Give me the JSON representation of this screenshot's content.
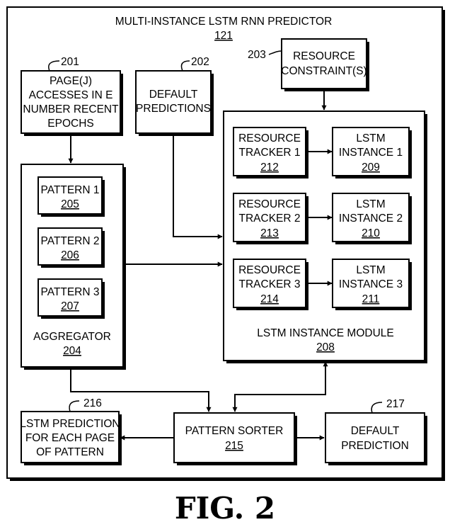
{
  "outer": {
    "title": "MULTI-INSTANCE LSTM RNN PREDICTOR",
    "ref": "121"
  },
  "page_accesses": {
    "lines": [
      "PAGE(J)",
      "ACCESSES IN E",
      "NUMBER RECENT",
      "EPOCHS"
    ],
    "ref": "201"
  },
  "default_predictions": {
    "lines": [
      "DEFAULT",
      "PREDICTIONS"
    ],
    "ref": "202"
  },
  "resource_constraints": {
    "lines": [
      "RESOURCE",
      "CONSTRAINT(S)"
    ],
    "ref": "203"
  },
  "aggregator": {
    "title": "AGGREGATOR",
    "ref": "204",
    "patterns": [
      {
        "label": "PATTERN 1",
        "ref": "205"
      },
      {
        "label": "PATTERN 2",
        "ref": "206"
      },
      {
        "label": "PATTERN 3",
        "ref": "207"
      }
    ]
  },
  "lstm_module": {
    "title": "LSTM INSTANCE MODULE",
    "ref": "208",
    "rows": [
      {
        "tracker": [
          "RESOURCE",
          "TRACKER 1"
        ],
        "tracker_ref": "212",
        "instance": [
          "LSTM",
          "INSTANCE 1"
        ],
        "instance_ref": "209"
      },
      {
        "tracker": [
          "RESOURCE",
          "TRACKER 2"
        ],
        "tracker_ref": "213",
        "instance": [
          "LSTM",
          "INSTANCE 2"
        ],
        "instance_ref": "210"
      },
      {
        "tracker": [
          "RESOURCE",
          "TRACKER 3"
        ],
        "tracker_ref": "214",
        "instance": [
          "LSTM",
          "INSTANCE 3"
        ],
        "instance_ref": "211"
      }
    ]
  },
  "pattern_sorter": {
    "label": "PATTERN SORTER",
    "ref": "215"
  },
  "lstm_prediction": {
    "lines": [
      "LSTM PREDICTION",
      "FOR EACH PAGE",
      "OF PATTERN"
    ],
    "ref": "216"
  },
  "default_prediction": {
    "lines": [
      "DEFAULT",
      "PREDICTION"
    ],
    "ref": "217"
  },
  "figure_caption": "FIG. 2"
}
